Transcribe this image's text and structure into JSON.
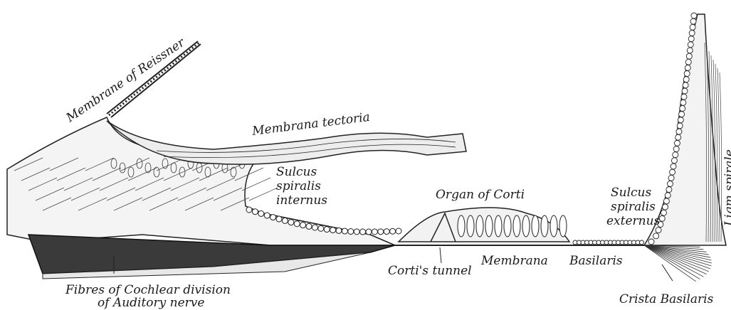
{
  "labels": {
    "reissner": "Membrane of Reissner",
    "tectoria": "Membrana tectoria",
    "sulcus_internus_1": "Sulcus",
    "sulcus_internus_2": "spiralis",
    "sulcus_internus_3": "internus",
    "organ_corti": "Organ of Corti",
    "sulcus_externus_1": "Sulcus",
    "sulcus_externus_2": "spiralis",
    "sulcus_externus_3": "externus",
    "ligament": "Ligm spirale",
    "cortis_tunnel": "Corti's tunnel",
    "membrana": "Membrana",
    "basilaris": "Basilaris",
    "fibres_1": "Fibres of Cochlear division",
    "fibres_2": "of Auditory nerve",
    "crista": "Crista Basilaris"
  }
}
